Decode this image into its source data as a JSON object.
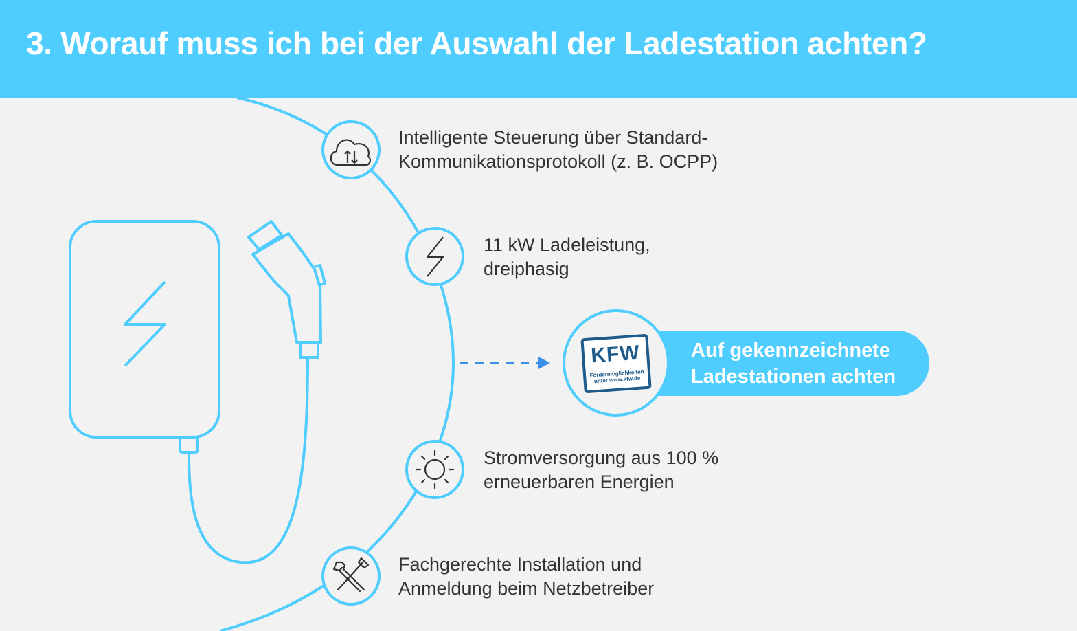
{
  "header": {
    "title": "3. Worauf muss ich bei der Auswahl der Ladestation achten?"
  },
  "items": [
    {
      "lines": [
        "Intelligente Steuerung über Standard-",
        "Kommunikationsprotokoll (z. B. OCPP)"
      ],
      "icon": "cloud-sync-icon"
    },
    {
      "lines": [
        "11 kW Ladeleistung,",
        "dreiphasig"
      ],
      "icon": "lightning-icon"
    },
    {
      "lines": [
        "Stromversorgung aus 100 %",
        "erneuerbaren Energien"
      ],
      "icon": "sun-icon"
    },
    {
      "lines": [
        "Fachgerechte Installation und",
        "Anmeldung beim Netzbetreiber"
      ],
      "icon": "tools-icon"
    }
  ],
  "highlight": {
    "lines": [
      "Auf gekennzeichnete",
      "Ladestationen achten"
    ],
    "badge_logo": "KFW",
    "badge_lines": [
      "Fördermöglichkeiten",
      "unter www.kfw.de"
    ]
  },
  "colors": {
    "accent": "#4fcdfe",
    "background": "#f2f2f2",
    "text": "#333333",
    "arrow": "#3a8fe8",
    "badge": "#1f5b8a"
  }
}
